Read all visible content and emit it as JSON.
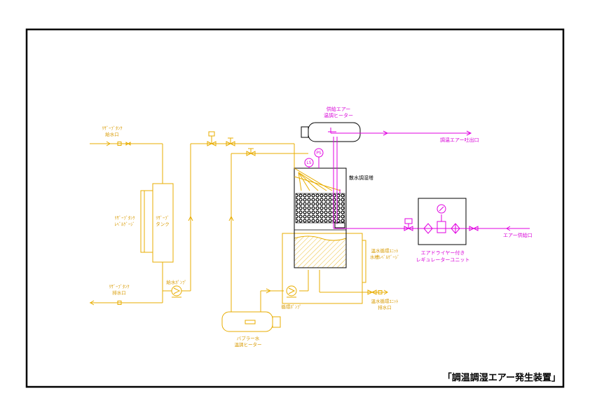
{
  "title": "「調温調湿エアー発生装置」",
  "labels": {
    "supply_heater_l1": "供給エアー",
    "supply_heater_l2": "温調ヒーター",
    "outlet": "調温エアー吐出口",
    "tower": "散水調湿塔",
    "reserve_inlet_l1": "ﾘｻﾞｰﾌﾞﾀﾝｸ",
    "reserve_inlet_l2": "給水口",
    "reserve_gauge_l1": "ﾘｻﾞｰﾌﾞﾀﾝｸ",
    "reserve_gauge_l2": "ﾚﾍﾞﾙｹﾞｰｼﾞ",
    "reserve_tank_l1": "ﾘｻﾞｰﾌﾞ",
    "reserve_tank_l2": "タンク",
    "reserve_drain_l1": "ﾘｻﾞｰﾌﾞﾀﾝｸ",
    "reserve_drain_l2": "排水口",
    "feed_pump": "給水ﾎﾟﾝﾌﾟ",
    "circ_pump": "循環ﾎﾟﾝﾌﾟ",
    "bubbler_l1": "バブラー水",
    "bubbler_l2": "温調ヒーター",
    "circ_gauge_l1": "温水循環ﾕﾆｯﾄ",
    "circ_gauge_l2": "水槽ﾚﾍﾞﾙｹﾞｰｼﾞ",
    "circ_drain_l1": "温水循環ﾕﾆｯﾄ",
    "circ_drain_l2": "排水口",
    "dryer_l1": "エアドライヤー付き",
    "dryer_l2": "レギュレーターユニット",
    "air_inlet": "エアー供給口",
    "ls": "LS",
    "ps": "PS"
  },
  "colors": {
    "water_line": "#e8ad00",
    "air_line": "#e000e0",
    "frame": "#000000"
  }
}
